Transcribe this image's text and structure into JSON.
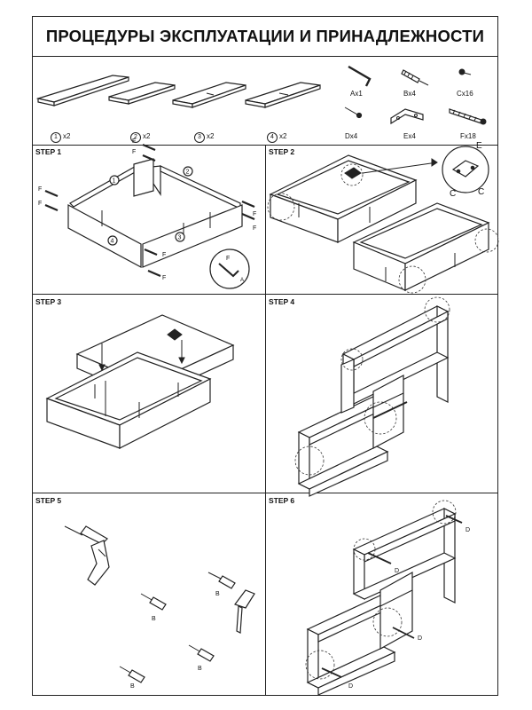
{
  "title": "ПРОЦЕДУРЫ ЭКСПЛУАТАЦИИ И ПРИНАДЛЕЖНОСТИ",
  "panels": [
    {
      "num": "1",
      "qty": "x2"
    },
    {
      "num": "2",
      "qty": "x2"
    },
    {
      "num": "3",
      "qty": "x2"
    },
    {
      "num": "4",
      "qty": "x2"
    }
  ],
  "hardware": [
    {
      "code": "Ax1",
      "icon": "allen-key-icon"
    },
    {
      "code": "Bx4",
      "icon": "wall-plug-icon"
    },
    {
      "code": "Cx16",
      "icon": "small-screw-icon"
    },
    {
      "code": "Dx4",
      "icon": "screw-icon"
    },
    {
      "code": "Ex4",
      "icon": "corner-bracket-icon"
    },
    {
      "code": "Fx18",
      "icon": "wood-screw-icon"
    }
  ],
  "steps": [
    {
      "label": "STEP 1"
    },
    {
      "label": "STEP 2"
    },
    {
      "label": "STEP 3"
    },
    {
      "label": "STEP 4"
    },
    {
      "label": "STEP 5"
    },
    {
      "label": "STEP 6"
    }
  ],
  "callouts": {
    "f": "F",
    "c": "C",
    "e": "E",
    "b": "B",
    "d": "D",
    "a": "A"
  }
}
